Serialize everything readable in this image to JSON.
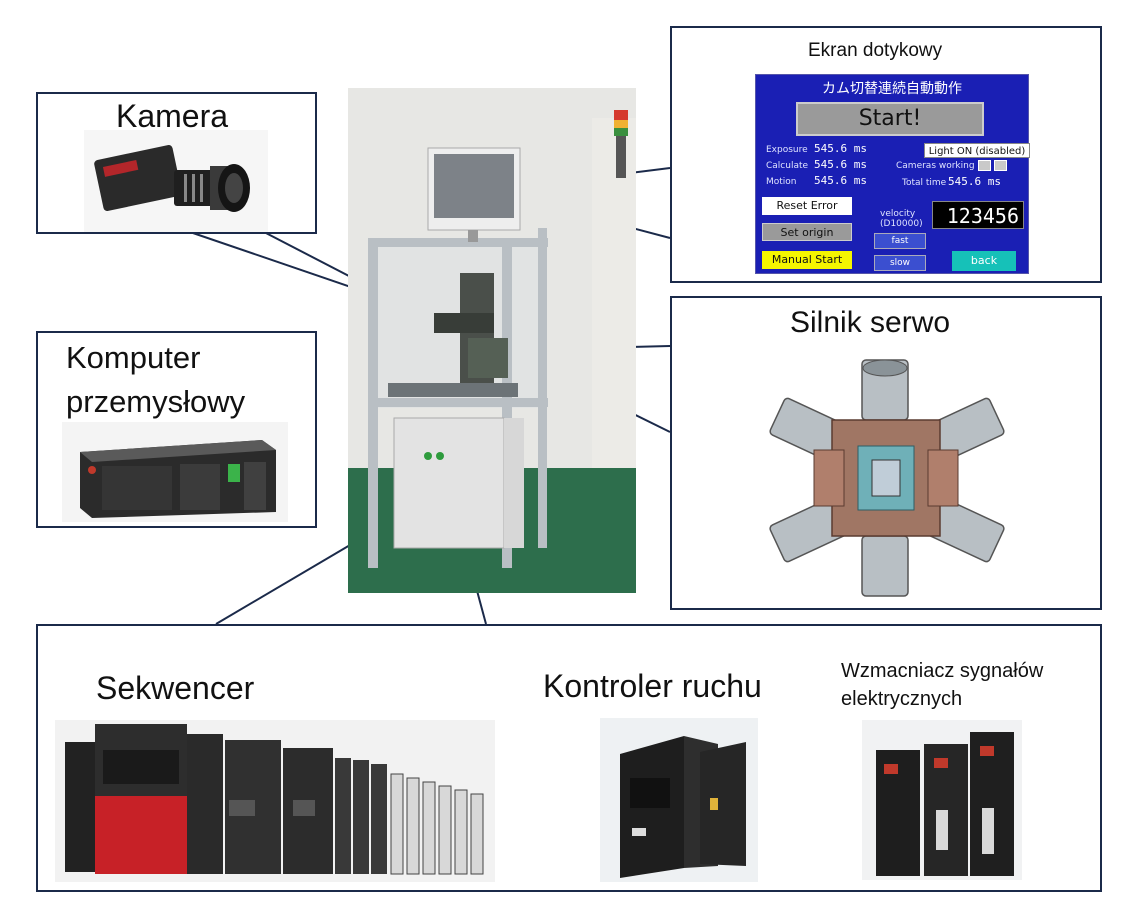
{
  "labels": {
    "kamera": "Kamera",
    "ekran": "Ekran dotykowy",
    "komputer_line1": "Komputer",
    "komputer_line2": "przemysłowy",
    "silnik": "Silnik serwo",
    "sekwencer": "Sekwencer",
    "kontroler": "Kontroler ruchu",
    "wzmacniacz_line1": "Wzmacniacz sygnałów",
    "wzmacniacz_line2": "elektrycznych"
  },
  "hmi": {
    "title": "カム切替連続自動動作",
    "start": "Start!",
    "exposure_label": "Exposure",
    "calculate_label": "Calculate",
    "motion_label": "Motion",
    "exposure_value": "545.6 ms",
    "calculate_value": "545.6 ms",
    "motion_value": "545.6 ms",
    "light_button": "Light ON (disabled)",
    "cameras_working": "Cameras working",
    "total_time_label": "Total time",
    "total_time_value": "545.6 ms",
    "reset_error": "Reset Error",
    "set_origin": "Set origin",
    "manual_start": "Manual Start",
    "velocity_label": "velocity",
    "velocity_reg": "(D10000)",
    "counter": "123456",
    "fast": "fast",
    "slow": "slow",
    "back": "back"
  },
  "colors": {
    "frame": "#1b2a4a",
    "hmi_bg": "#1a1fb4",
    "manual_start": "#f5f500",
    "back": "#16c1b8"
  }
}
